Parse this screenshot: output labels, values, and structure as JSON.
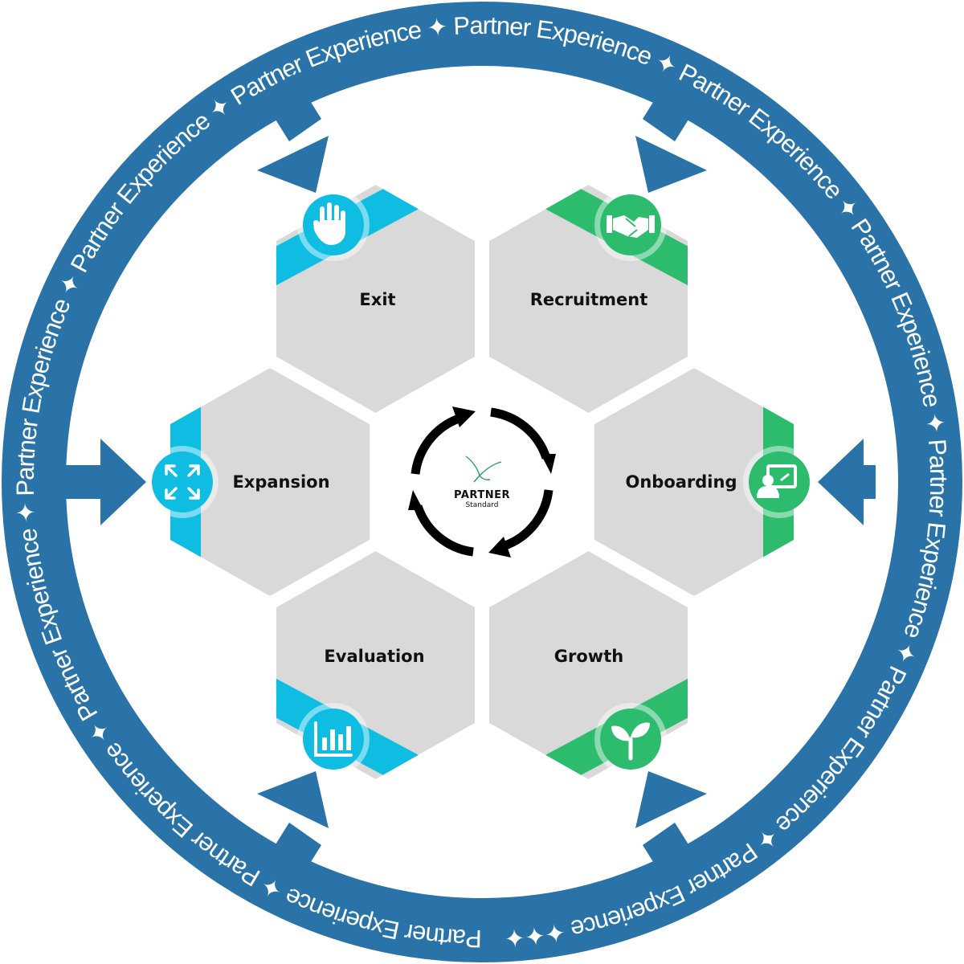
{
  "ring": {
    "label": "Partner Experience",
    "repeat": 12,
    "separator": "✦",
    "top_marker": "✦✦✦"
  },
  "center": {
    "brand": "PARTNER",
    "tagline": "Standard"
  },
  "stages": [
    {
      "id": "exit",
      "label": "Exit",
      "icon": "raised-hand-icon",
      "accent": "#0fbde3"
    },
    {
      "id": "recruitment",
      "label": "Recruitment",
      "icon": "handshake-icon",
      "accent": "#2dbb6e"
    },
    {
      "id": "onboarding",
      "label": "Onboarding",
      "icon": "presentation-icon",
      "accent": "#2dbb6e"
    },
    {
      "id": "growth",
      "label": "Growth",
      "icon": "sprout-icon",
      "accent": "#2dbb6e"
    },
    {
      "id": "evaluation",
      "label": "Evaluation",
      "icon": "bar-chart-icon",
      "accent": "#0fbde3"
    },
    {
      "id": "expansion",
      "label": "Expansion",
      "icon": "expand-arrows-icon",
      "accent": "#0fbde3"
    }
  ],
  "colors": {
    "ring": "#2a73a8",
    "hex": "#d9d9d9",
    "ring_text": "#ffffff",
    "cycle_arrows": "#000000",
    "logo_bird": "#2a9d6f"
  }
}
